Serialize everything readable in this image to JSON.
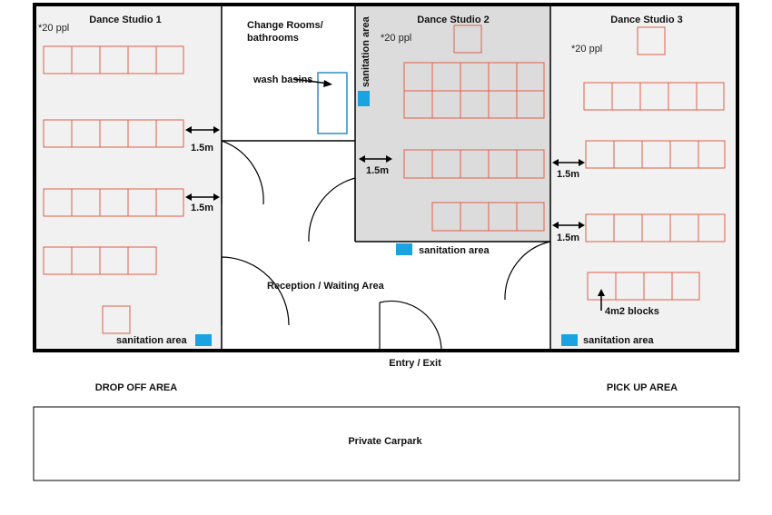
{
  "rooms": {
    "studio1": "Dance Studio 1",
    "studio2": "Dance Studio 2",
    "studio3": "Dance Studio 3",
    "change_rooms_line1": "Change Rooms/",
    "change_rooms_line2": "bathrooms",
    "reception": "Reception / Waiting Area",
    "carpark": "Private Carpark"
  },
  "capacity": {
    "studio1": "*20 ppl",
    "studio2": "*20 ppl",
    "studio3": "*20 ppl"
  },
  "labels": {
    "wash_basins": "wash basins",
    "sanitation": "sanitation area",
    "distance": "1.5m",
    "blocks": "4m2 blocks",
    "entry": "Entry / Exit",
    "drop_off": "DROP OFF AREA",
    "pick_up": "PICK UP AREA"
  },
  "colors": {
    "block_stroke": "#e0604a",
    "sanitation": "#1aa3e0",
    "studio_bg": "#f1f1f1",
    "studio2_bg": "#dcdcdc",
    "wall": "#000000",
    "basin": "#2a8fc9"
  }
}
